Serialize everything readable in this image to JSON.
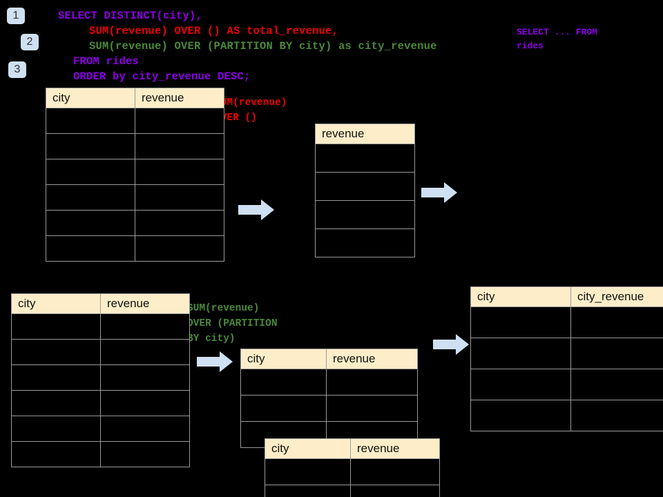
{
  "theme": {
    "background": "#000000",
    "header_fill": "#fdeec9",
    "grid_line": "#9a9a9a",
    "badge_fill": "#cfe0f2",
    "arrow_fill": "#cfe0f2",
    "arrow_outline": "#7f9cbf",
    "sql_purple": "#8c00e6",
    "sql_red": "#ee0000",
    "sql_green": "#4a8a3a"
  },
  "steps": [
    {
      "number": "1"
    },
    {
      "number": "2"
    },
    {
      "number": "3"
    }
  ],
  "sql": {
    "line1": "SELECT DISTINCT(city),",
    "line2": "SUM(revenue) OVER () AS total_revenue,",
    "line3": "SUM(revenue) OVER (PARTITION BY city) as city_revenue",
    "line4": "FROM rides",
    "line5": "ORDER by city_revenue DESC;"
  },
  "side_note": {
    "line1": "SELECT ... FROM",
    "line2": "rides"
  },
  "annotations": {
    "total_revenue": {
      "line1": "SUM(revenue)",
      "line2": "OVER ()"
    },
    "partition_revenue": {
      "line1": "SUM(revenue)",
      "line2": "OVER (PARTITION",
      "line3": "BY city)"
    }
  },
  "tables": {
    "source_top": {
      "headers": [
        "city",
        "revenue"
      ],
      "row_count": 6
    },
    "total_revenue": {
      "headers": [
        "revenue"
      ],
      "row_count": 4
    },
    "source_bottom": {
      "headers": [
        "city",
        "revenue"
      ],
      "row_count": 6
    },
    "partition_a": {
      "headers": [
        "city",
        "revenue"
      ],
      "row_count": 3
    },
    "partition_b": {
      "headers": [
        "city",
        "revenue"
      ],
      "row_count": 2
    },
    "result": {
      "headers": [
        "city",
        "city_revenue"
      ],
      "row_count": 4
    }
  },
  "arrows": [
    {
      "name": "arrow-source-to-total"
    },
    {
      "name": "arrow-total-to-result"
    },
    {
      "name": "arrow-source-to-partition"
    },
    {
      "name": "arrow-partition-to-result"
    }
  ]
}
